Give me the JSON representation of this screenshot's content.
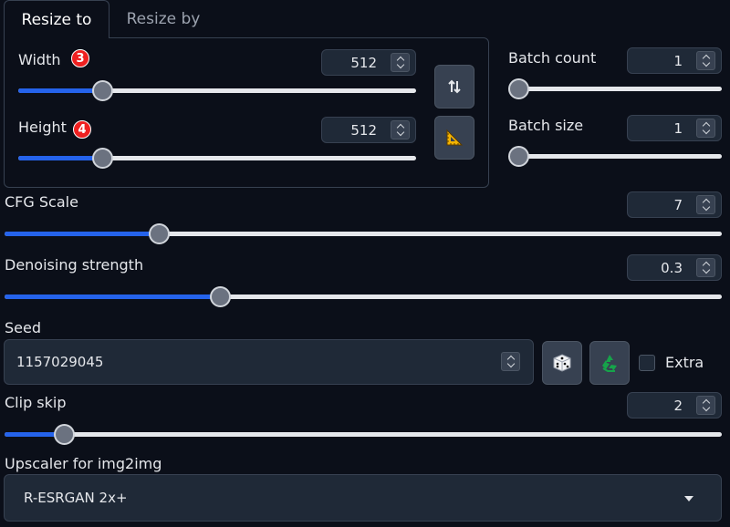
{
  "tabs": [
    {
      "label": "Resize to"
    },
    {
      "label": "Resize by"
    }
  ],
  "width": {
    "label": "Width",
    "value": "512",
    "badge": "3",
    "fraction": 0.21
  },
  "height": {
    "label": "Height",
    "value": "512",
    "badge": "4",
    "fraction": 0.21
  },
  "batch_count": {
    "label": "Batch count",
    "value": "1",
    "fraction": 0.0
  },
  "batch_size": {
    "label": "Batch size",
    "value": "1",
    "fraction": 0.0
  },
  "cfg_scale": {
    "label": "CFG Scale",
    "value": "7",
    "fraction": 0.215
  },
  "denoising": {
    "label": "Denoising strength",
    "value": "0.3",
    "fraction": 0.3
  },
  "seed": {
    "label": "Seed",
    "value": "1157029045",
    "extra_label": "Extra"
  },
  "clip_skip": {
    "label": "Clip skip",
    "value": "2",
    "fraction": 0.083
  },
  "upscaler": {
    "label": "Upscaler for img2img",
    "value": "R-ESRGAN 2x+"
  },
  "colors": {
    "accent": "#2563eb",
    "badge": "#ef2020",
    "bg": "#0b0f19"
  },
  "icons": {
    "swap": "swap-arrows-icon",
    "ruler": "triangle-ruler-icon",
    "dice": "dice-icon",
    "recycle": "recycle-icon"
  }
}
